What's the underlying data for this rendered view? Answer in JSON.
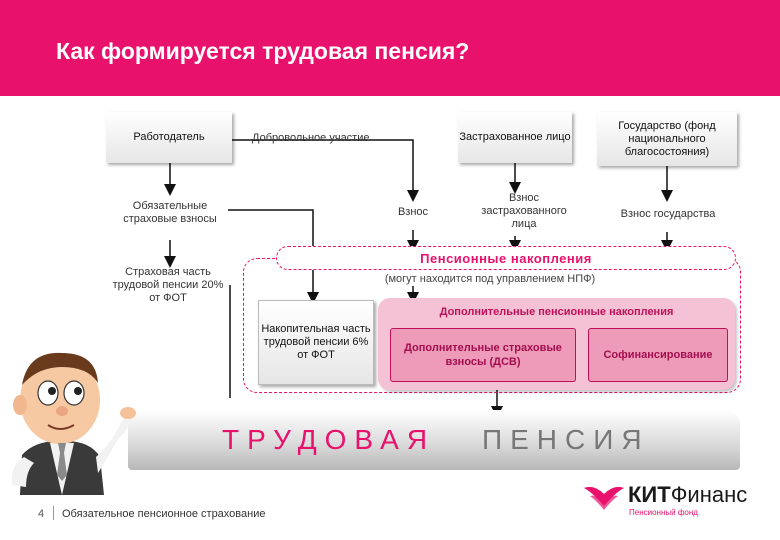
{
  "slide": {
    "title": "Как формируется трудовая пенсия?",
    "page_number": "4",
    "footer": "Обязательное пенсионное страхование"
  },
  "diagram": {
    "employer": "Работодатель",
    "voluntary": "Добровольное участие",
    "insured": "Застрахованное лицо",
    "state": "Государство (фонд национального благосостояния)",
    "mandatory": "Обязательные страховые взносы",
    "contribution": "Взнос",
    "insured_contribution": "Взнос застрахованного лица",
    "state_contribution": "Взнос государства",
    "insurance_part": "Страховая часть трудовой пенсии 20% от ФОТ",
    "savings_title": "Пенсионные накопления",
    "savings_note": "(могут находится под управлением НПФ)",
    "funded_part": "Накопительная часть трудовой пенсии 6% от ФОТ",
    "additional_title": "Дополнительные пенсионные накопления",
    "additional_contributions": "Дополнительные страховые взносы (ДСВ)",
    "cofinancing": "Софинансирование",
    "pension_word1": "ТРУДОВАЯ",
    "pension_word2": "ПЕНСИЯ"
  },
  "brand": {
    "name_bold": "КИТ",
    "name_rest": "Финанс",
    "subtitle": "Пенсионный фонд",
    "color": "#e8116c"
  },
  "colors": {
    "accent": "#e8116c",
    "pink_light": "#f4c2d4",
    "pink_mid": "#ed9bb9"
  }
}
